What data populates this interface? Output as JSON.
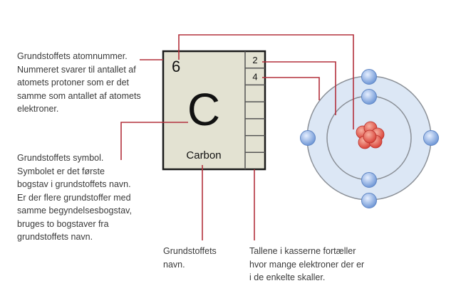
{
  "element": {
    "atomic_number": "6",
    "symbol": "C",
    "name": "Carbon",
    "shells": [
      "2",
      "4",
      "",
      "",
      "",
      "",
      ""
    ]
  },
  "annotations": {
    "atomic_number": [
      "Grundstoffets atomnummer.",
      "Nummeret svarer til antallet af",
      "atomets protoner som er det",
      "samme som antallet af atomets",
      "elektroner."
    ],
    "symbol": [
      "Grundstoffets symbol.",
      "Symbolet er det første",
      "bogstav i grundstoffets navn.",
      "Er der flere grundstoffer med",
      "samme begyndelsesbogstav,",
      "bruges to bogstaver fra",
      "grundstoffets navn."
    ],
    "name": [
      "Grundstoffets",
      "navn."
    ],
    "shells": [
      "Tallene i kasserne fortæller",
      "hvor mange elektroner der er",
      "i de enkelte skaller."
    ]
  },
  "colors": {
    "line": "#b3303c",
    "box": "#e3e2d2",
    "shell": "#dce7f5",
    "electron": "#6f97d6",
    "proton": "#d9443a"
  }
}
